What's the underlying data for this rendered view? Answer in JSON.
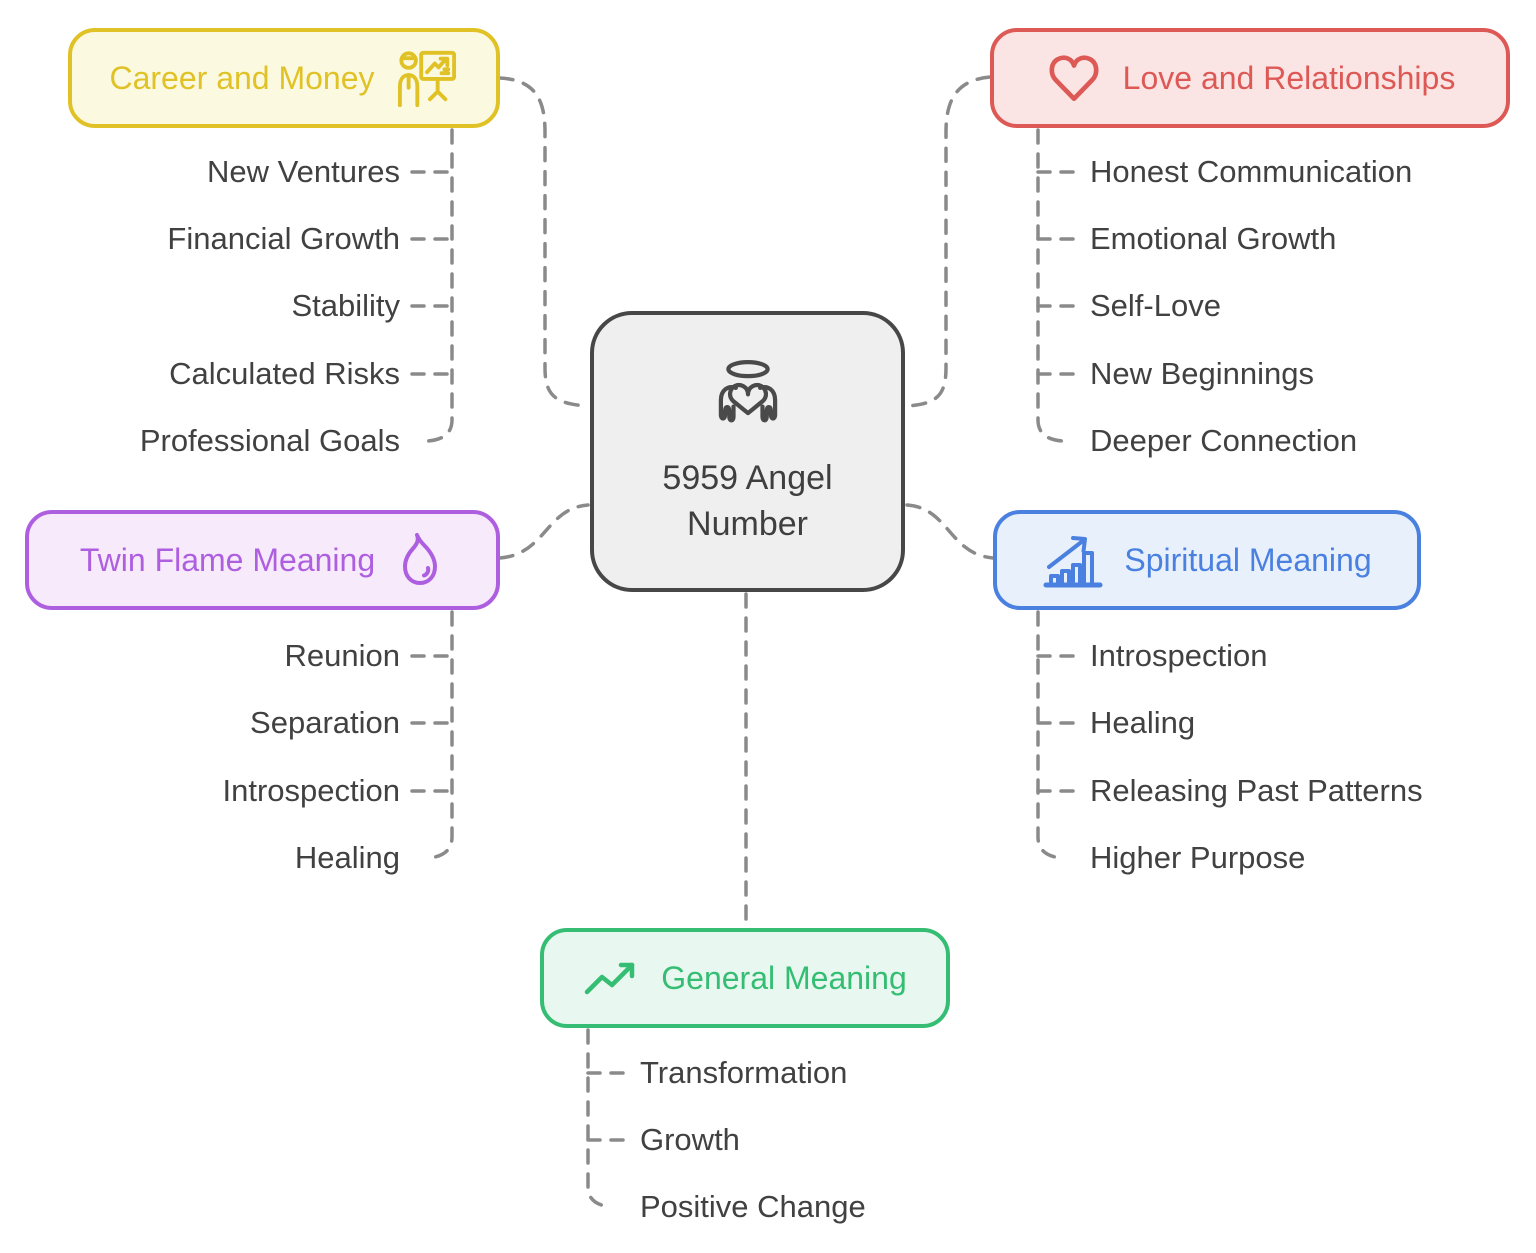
{
  "center": {
    "label": "5959 Angel Number",
    "icon": "angel-icon",
    "border_color": "#474747",
    "bg_color": "#EFEFEF"
  },
  "connector_color": "#8A8A8A",
  "item_text_color": "#414141",
  "branches": [
    {
      "id": "career",
      "label": "Career and Money",
      "icon": "presentation-chart-icon",
      "color": "#E0C226",
      "bg": "#FCF9E1",
      "items": [
        "New Ventures",
        "Financial Growth",
        "Stability",
        "Calculated Risks",
        "Professional Goals"
      ]
    },
    {
      "id": "love",
      "label": "Love and Relationships",
      "icon": "heart-icon",
      "color": "#DD5956",
      "bg": "#FBE5E4",
      "items": [
        "Honest Communication",
        "Emotional Growth",
        "Self-Love",
        "New Beginnings",
        "Deeper Connection"
      ]
    },
    {
      "id": "twin",
      "label": "Twin Flame Meaning",
      "icon": "flame-icon",
      "color": "#AD5FE0",
      "bg": "#F7EAFB",
      "items": [
        "Reunion",
        "Separation",
        "Introspection",
        "Healing"
      ]
    },
    {
      "id": "spiritual",
      "label": "Spiritual Meaning",
      "icon": "rising-bar-chart-icon",
      "color": "#4A80E0",
      "bg": "#E8F0FB",
      "items": [
        "Introspection",
        "Healing",
        "Releasing Past Patterns",
        "Higher Purpose"
      ]
    },
    {
      "id": "general",
      "label": "General Meaning",
      "icon": "trending-up-icon",
      "color": "#35BE73",
      "bg": "#E8F8F0",
      "items": [
        "Transformation",
        "Growth",
        "Positive Change"
      ]
    }
  ]
}
